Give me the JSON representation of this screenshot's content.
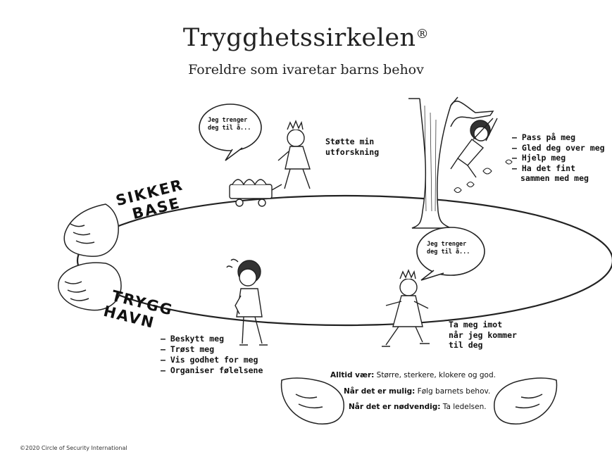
{
  "title": "Trygghetssirkelen",
  "title_mark": "®",
  "subtitle": "Foreldre som ivaretar barns behov",
  "bubble_top": [
    "Jeg trenger",
    "deg til å..."
  ],
  "bubble_bottom": [
    "Jeg trenger",
    "deg til å..."
  ],
  "explore_label": [
    "Støtte min",
    "utforskning"
  ],
  "top_needs": [
    "– Pass på meg",
    "– Gled deg over meg",
    "– Hjelp meg",
    "– Ha det fint",
    "sammen med meg"
  ],
  "secure_base": [
    "SIKKER",
    "BASE"
  ],
  "safe_haven": [
    "TRYGG",
    "HAVN"
  ],
  "haven_needs": [
    "– Beskytt meg",
    "– Trøst meg",
    "– Vis godhet for meg",
    "– Organiser følelsene"
  ],
  "welcome_label": [
    "Ta meg imot",
    "når jeg kommer",
    "til deg"
  ],
  "always": {
    "l1_bold": "Alltid vær:",
    "l1_rest": " Større, sterkere, klokere og god.",
    "l2_bold": "Når det er mulig:",
    "l2_rest": " Følg barnets behov.",
    "l3_bold": "Når det er nødvendig:",
    "l3_rest": " Ta ledelsen."
  },
  "footer": "©2020 Circle of Security International"
}
